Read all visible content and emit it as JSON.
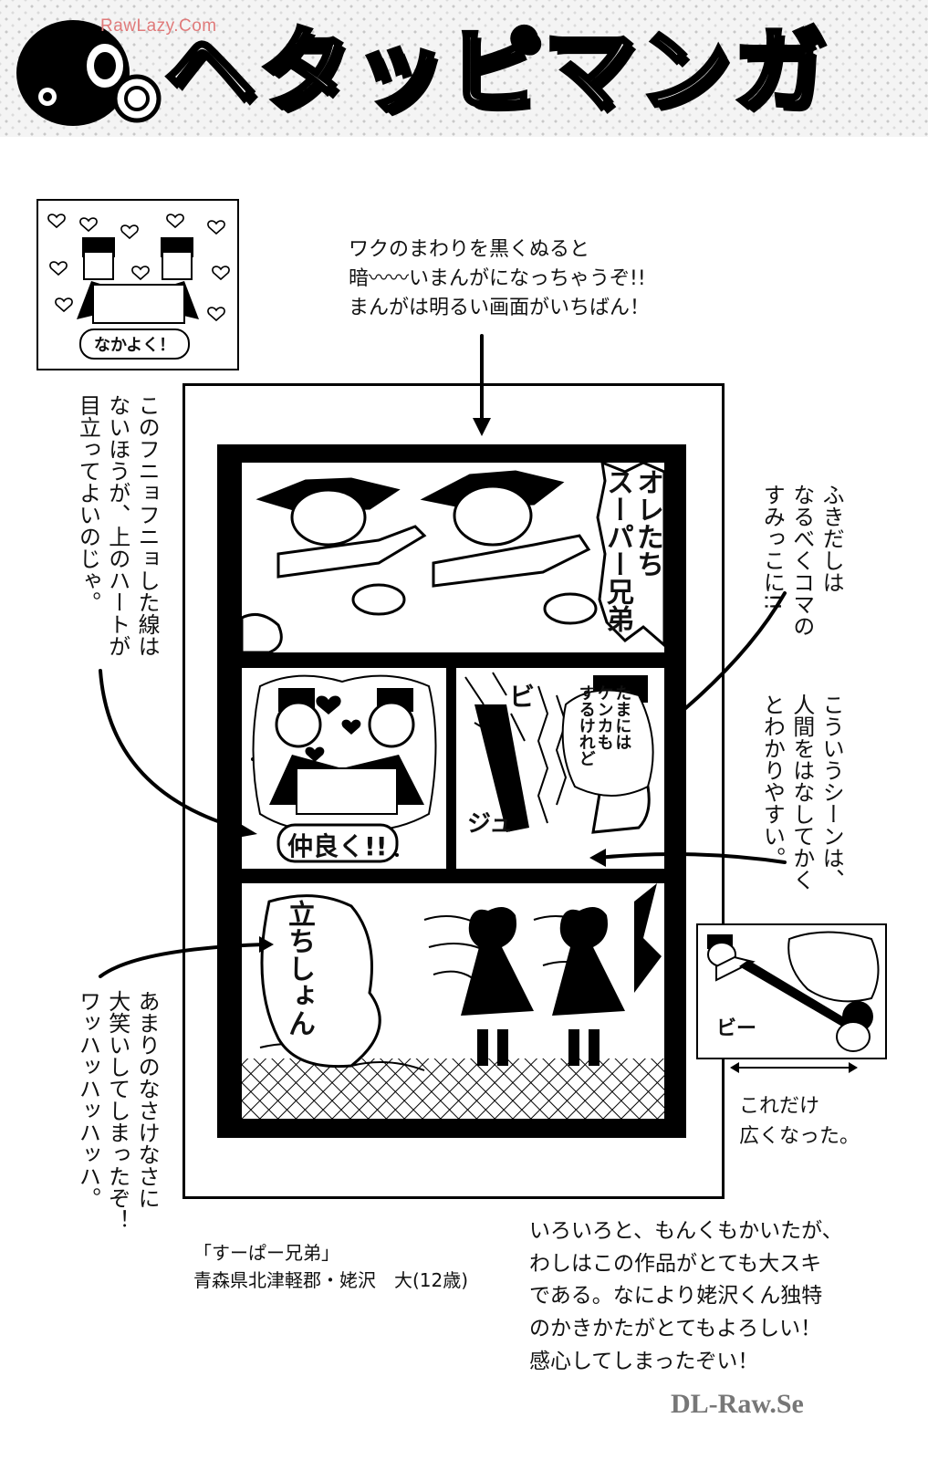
{
  "header": {
    "watermark": "RawLazy.Com",
    "title": "ヘタッピマンガ",
    "mascot_icon": "gas-mask-mascot-icon"
  },
  "sample": {
    "label": "なかよく！"
  },
  "notes": {
    "top_line1": "ワクのまわりを黒くぬると",
    "top_line2": "暗〰〰いまんがになっちゃうぞ!!",
    "top_line3": "まんがは明るい画面がいちばん！",
    "left_col1": "このフニョフニョした線は",
    "left_col2": "ないほうが、上のハートが",
    "left_col3": "目立ってよいのじゃ。",
    "right1_col1": "ふきだしは",
    "right1_col2": "なるべくコマの",
    "right1_col3": "すみっこに!!",
    "right2_col1": "こういうシーンは、",
    "right2_col2": "人間をはなしてかく",
    "right2_col3": "とわかりやすい。",
    "bottom_left_col1": "あまりのなさけなさに",
    "bottom_left_col2": "大笑いしてしまったぞ！",
    "bottom_left_col3": "ワッハッハッハッハ。"
  },
  "comic": {
    "panel1_bubble_col1": "オレたち",
    "panel1_bubble_col2": "スーパー兄弟",
    "panel2_sign": "仲良く!!",
    "panel3_bubble_col1": "たまには",
    "panel3_bubble_col2": "ケンカも",
    "panel3_bubble_col3": "するけれど",
    "panel3_sfx1": "ビ",
    "panel3_sfx2": "ジュ",
    "panel4_bubble": "立ちしょん"
  },
  "inset": {
    "sfx": "ビー",
    "caption_line1": "これだけ",
    "caption_line2": "広くなった。"
  },
  "credit": {
    "work_title": "「すーぱー兄弟」",
    "author": "青森県北津軽郡・姥沢　大(12歳)"
  },
  "review": {
    "line1": "いろいろと、もんくもかいたが、",
    "line2": "わしはこの作品がとても大スキ",
    "line3": "である。なにより姥沢くん独特",
    "line4": "のかきかたがとてもよろしい！",
    "line5": "感心してしまったぞい！"
  },
  "footer": {
    "watermark": "DL-Raw.Se"
  }
}
